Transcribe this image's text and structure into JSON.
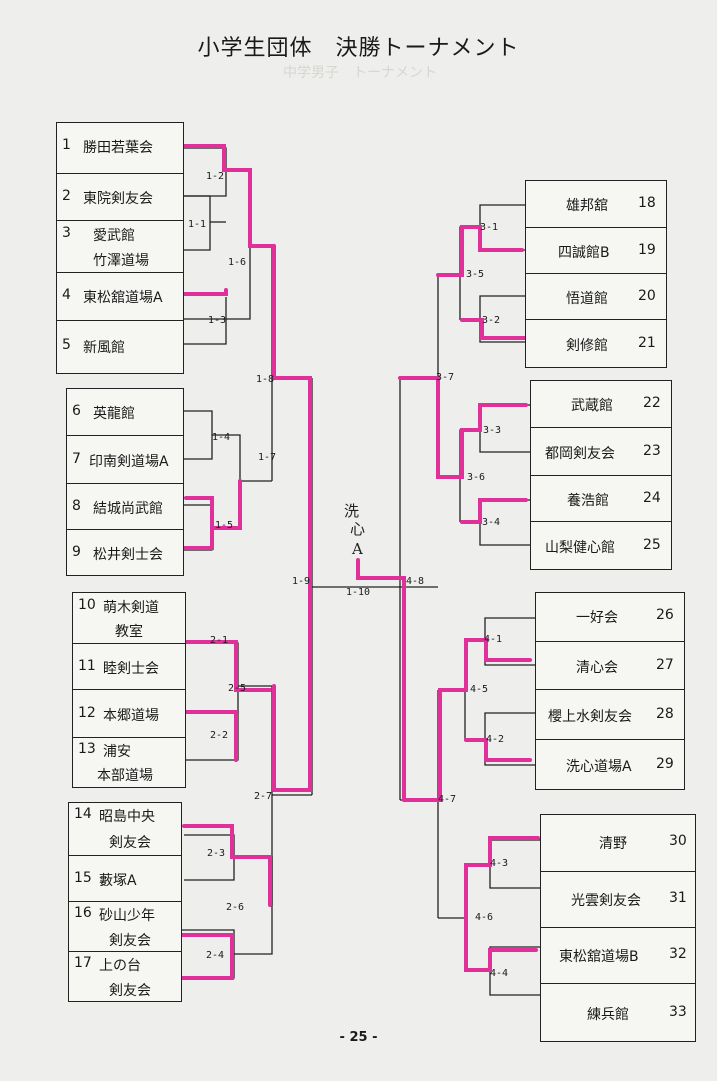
{
  "title": "小学生団体　決勝トーナメント",
  "ghost_text": "中学男子　トーナメント",
  "page_number": "- 25 -",
  "handwritten": {
    "char1": "洗",
    "char2": "心",
    "char3": "A"
  },
  "colors": {
    "highlight": "#e0309a",
    "line": "#222222"
  },
  "left_teams": [
    {
      "seed": "1",
      "name": "勝田若葉会",
      "name2": ""
    },
    {
      "seed": "2",
      "name": "東院剣友会",
      "name2": ""
    },
    {
      "seed": "3",
      "name": "愛武館",
      "name2": "竹澤道場"
    },
    {
      "seed": "4",
      "name": "東松舘道場A",
      "name2": ""
    },
    {
      "seed": "5",
      "name": "新風館",
      "name2": ""
    },
    {
      "seed": "6",
      "name": "英龍館",
      "name2": ""
    },
    {
      "seed": "7",
      "name": "印南剣道場A",
      "name2": ""
    },
    {
      "seed": "8",
      "name": "結城尚武館",
      "name2": ""
    },
    {
      "seed": "9",
      "name": "松井剣士会",
      "name2": ""
    },
    {
      "seed": "10",
      "name": "萌木剣道",
      "name2": "教室"
    },
    {
      "seed": "11",
      "name": "睦剣士会",
      "name2": ""
    },
    {
      "seed": "12",
      "name": "本郷道場",
      "name2": ""
    },
    {
      "seed": "13",
      "name": "浦安",
      "name2": "本部道場"
    },
    {
      "seed": "14",
      "name": "昭島中央",
      "name2": "剣友会"
    },
    {
      "seed": "15",
      "name": "藪塚A",
      "name2": ""
    },
    {
      "seed": "16",
      "name": "砂山少年",
      "name2": "剣友会"
    },
    {
      "seed": "17",
      "name": "上の台",
      "name2": "剣友会"
    }
  ],
  "right_teams": [
    {
      "seed": "18",
      "name": "雄邦舘"
    },
    {
      "seed": "19",
      "name": "四誠館B"
    },
    {
      "seed": "20",
      "name": "悟道館"
    },
    {
      "seed": "21",
      "name": "剣修館"
    },
    {
      "seed": "22",
      "name": "武蔵館"
    },
    {
      "seed": "23",
      "name": "都岡剣友会"
    },
    {
      "seed": "24",
      "name": "養浩館"
    },
    {
      "seed": "25",
      "name": "山梨健心館"
    },
    {
      "seed": "26",
      "name": "一好会"
    },
    {
      "seed": "27",
      "name": "清心会"
    },
    {
      "seed": "28",
      "name": "櫻上水剣友会"
    },
    {
      "seed": "29",
      "name": "洗心道場A"
    },
    {
      "seed": "30",
      "name": "清野"
    },
    {
      "seed": "31",
      "name": "光雲剣友会"
    },
    {
      "seed": "32",
      "name": "東松舘道場B"
    },
    {
      "seed": "33",
      "name": "練兵館"
    }
  ],
  "match_labels": {
    "m1_1": "1-1",
    "m1_2": "1-2",
    "m1_3": "1-3",
    "m1_4": "1-4",
    "m1_5": "1-5",
    "m1_6": "1-6",
    "m1_7": "1-7",
    "m1_8": "1-8",
    "m1_9": "1-9",
    "m1_10": "1-10",
    "m2_1": "2-1",
    "m2_2": "2-2",
    "m2_3": "2-3",
    "m2_4": "2-4",
    "m2_5": "2-5",
    "m2_6": "2-6",
    "m2_7": "2-7",
    "m3_1": "3-1",
    "m3_2": "3-2",
    "m3_3": "3-3",
    "m3_4": "3-4",
    "m3_5": "3-5",
    "m3_6": "3-6",
    "m3_7": "3-7",
    "m4_1": "4-1",
    "m4_2": "4-2",
    "m4_3": "4-3",
    "m4_4": "4-4",
    "m4_5": "4-5",
    "m4_6": "4-6",
    "m4_7": "4-7",
    "m4_8": "4-8"
  }
}
